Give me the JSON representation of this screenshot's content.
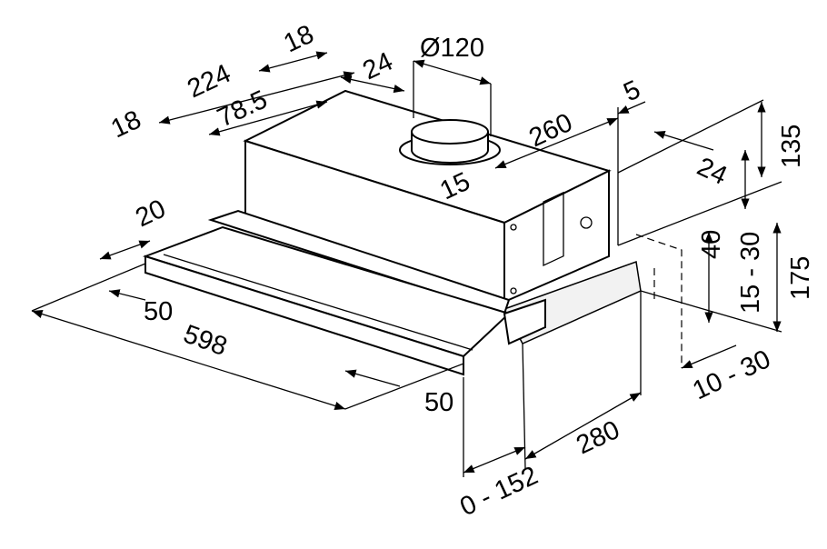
{
  "dimensions": {
    "left_offset_18": "18",
    "width_224": "224",
    "top_offset_18": "18",
    "depth_24_top": "24",
    "offset_78_5": "78.5",
    "duct_diameter": "Ø120",
    "offset_5": "5",
    "depth_260": "260",
    "height_135": "135",
    "offset_24_right": "24",
    "offset_15": "15",
    "front_20": "20",
    "height_40": "40",
    "range_15_30": "15 - 30",
    "height_175": "175",
    "front_50_left": "50",
    "width_598": "598",
    "range_10_30": "10 - 30",
    "front_50_right": "50",
    "depth_280": "280",
    "range_0_152": "0 - 152"
  }
}
